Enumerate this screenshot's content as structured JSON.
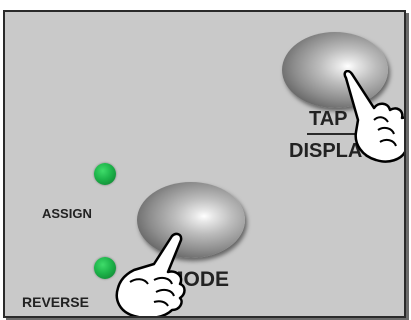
{
  "panel": {
    "assign_label": "ASSIGN",
    "reverse_label": "REVERSE",
    "mode_label": "MODE",
    "tap_label": "TAP",
    "display_label": "DISPLAY"
  },
  "colors": {
    "panel_bg": "#c9c9c9",
    "led_green": "#1db44a",
    "label_text": "#222222"
  },
  "icons": {
    "led_assign": "green-led-icon",
    "led_reverse": "green-led-icon",
    "hand_mode": "pointing-hand-icon",
    "hand_tap": "pointing-hand-icon"
  }
}
